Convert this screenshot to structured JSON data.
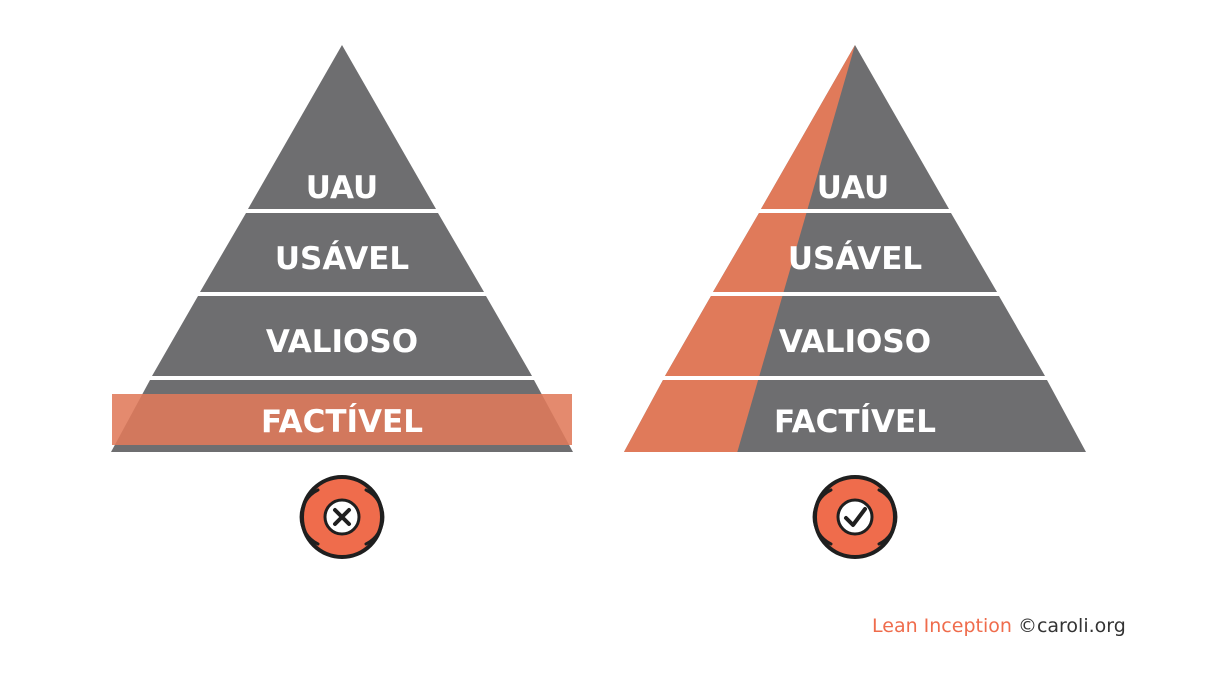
{
  "colors": {
    "layer_fill": "#6e6e70",
    "highlight": "#e07a5a",
    "icon_fill": "#ef6c4c",
    "icon_outline": "#1f1f1f",
    "credit_brand": "#ef6c4c",
    "credit_text": "#333333"
  },
  "pyramids": [
    {
      "layers": [
        "UAU",
        "USÁVEL",
        "VALIOSO",
        "FACTÍVEL"
      ],
      "status_icon": "x-mark-icon"
    },
    {
      "layers": [
        "UAU",
        "USÁVEL",
        "VALIOSO",
        "FACTÍVEL"
      ],
      "status_icon": "check-mark-icon"
    }
  ],
  "credit": {
    "brand": "Lean Inception",
    "owner": "©caroli.org"
  }
}
